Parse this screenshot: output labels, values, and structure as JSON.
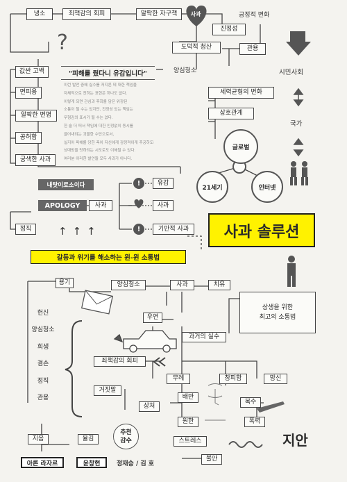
{
  "title": "사과 솔루션",
  "subtitle": "갈등과 위기를 해소하는 윈-윈 소통법",
  "publisher": "지안",
  "authors": [
    "아론 라자르",
    "윤창현"
  ],
  "recommend_label": [
    "추천",
    "감수"
  ],
  "recommenders": "정재승 / 김 호",
  "heart_label": "사과",
  "question_mark": "?",
  "quote": {
    "title": "\"피해를 줬다니 유감입니다\"",
    "body": [
      "이런 발언 중에 실수를 저지른 데 대한 책임을",
      "자체적으로 전하는 표현은 하나도 없다.",
      "이렇게 되면 관심과 후회를 담은 위장된",
      "소통이 될 수는 있지만, 진정성 있는 책임는",
      "무형감의 표시가 될 수는 없다.",
      "한 술 더 떠서 책임에 대한 인정없이 동시를",
      "끌어내려는 괴물한 수단으로서,",
      "실지어 피해를 당한 측이 자신에게 감정적이게 추궁하도록서",
      "상대방을 탓하려는 시도로도 이해될 수 있다.",
      "여러분 이러한 발언들 모두 사과가 아니다."
    ]
  },
  "top": {
    "cold": "냉소",
    "guilt_relief": "죄책감의 회피",
    "cheap_self_esteem": "알팍한 자구책",
    "positive_change": "긍정적 변화",
    "sincerity": "진정성",
    "moral_reparation": "도덕적 청산",
    "tolerance": "관용",
    "conscience": "양심청소",
    "civil_society": "시민사회",
    "nation": "국가",
    "power_shift": "세력균형의 변화",
    "interdependence": "상호관계",
    "globalization": "글로벌",
    "century21": "21세기",
    "internet": "인터넷"
  },
  "left": {
    "items": [
      "값싼 고백",
      "면피용",
      "알팍한 변명",
      "공허함",
      "궁색한 사과"
    ]
  },
  "middle": {
    "my_fault": "내탓이로소이다",
    "apology": "APOLOGY",
    "apology_ko": "사과",
    "regret": "유감",
    "sorry": "사과",
    "odd_apology": "기만적 사과",
    "forgive": "정직"
  },
  "bottom": {
    "courage": "용기",
    "conscience": "양심청소",
    "apology": "사과",
    "healing": "치유",
    "coexistence": [
      "상생을 위한",
      "최고의 소통법"
    ],
    "list": [
      "헌신",
      "양심청소",
      "희생",
      "겸손",
      "정직",
      "관용"
    ],
    "accident": "우연",
    "past_mistake": "과거의 실수",
    "guilt_relief": "죄책감의 회피",
    "ignorance": "무례",
    "shame": "창피함",
    "dishonor": "망신",
    "lie": "거짓말",
    "wound": "상처",
    "betrayal": "배반",
    "revenge": "복수",
    "resentment": "원한",
    "violence": "폭력",
    "stress": "스트레스",
    "anxiety": "불안",
    "arrogance": "지음",
    "insult": "율김"
  }
}
